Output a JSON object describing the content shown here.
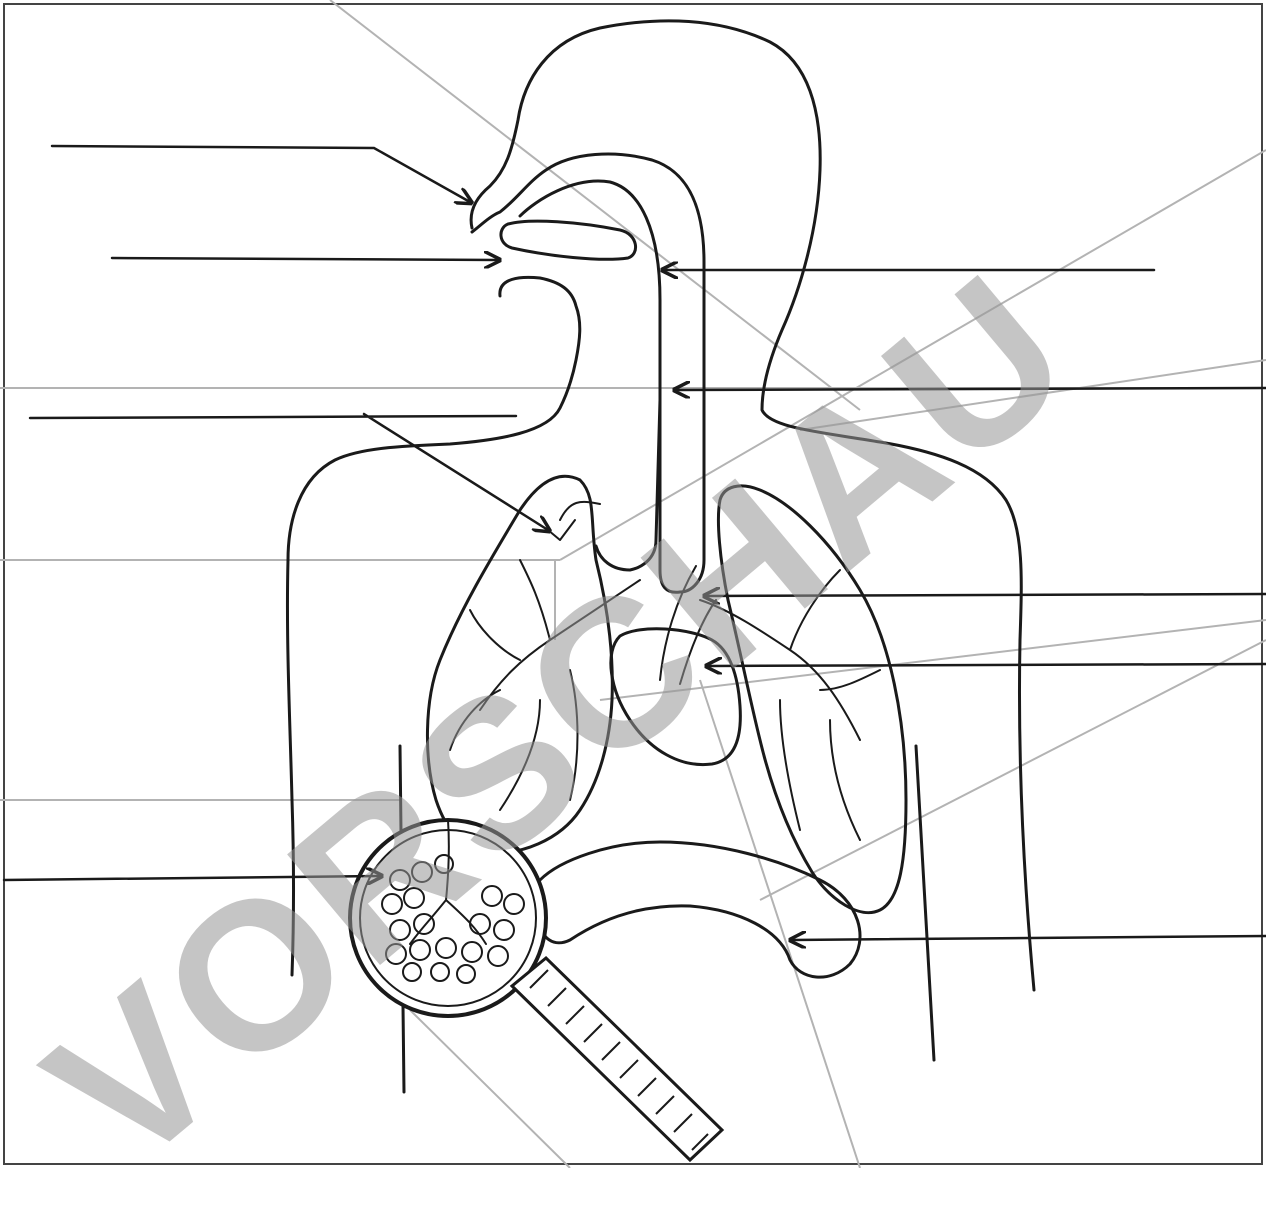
{
  "watermark": {
    "text": "VORSCHAU"
  },
  "labels": [
    {
      "id": "nose",
      "text": ""
    },
    {
      "id": "mouth",
      "text": ""
    },
    {
      "id": "nasal-pharynx",
      "text": ""
    },
    {
      "id": "trachea",
      "text": ""
    },
    {
      "id": "bronchus",
      "text": ""
    },
    {
      "id": "heart-vessel",
      "text": ""
    },
    {
      "id": "lung",
      "text": ""
    },
    {
      "id": "alveoli",
      "text": ""
    },
    {
      "id": "diaphragm",
      "text": ""
    }
  ]
}
